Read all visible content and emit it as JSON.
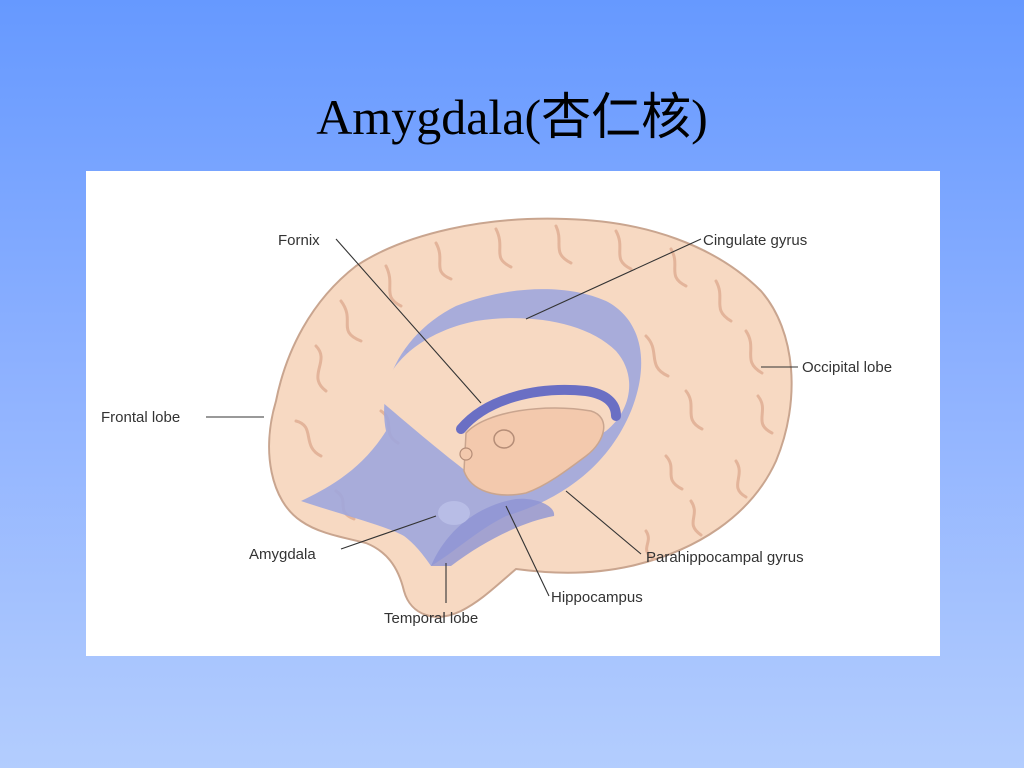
{
  "slide": {
    "title": "Amygdala(杏仁核)"
  },
  "diagram": {
    "colors": {
      "cortex": "#f7d9c2",
      "gyri_lines": "#e3b49a",
      "limbic": "#9fa6dd",
      "fornix": "#6a6fc4",
      "outline": "#c9a58f"
    },
    "labels": {
      "fornix": "Fornix",
      "cingulate_gyrus": "Cingulate gyrus",
      "occipital_lobe": "Occipital lobe",
      "frontal_lobe": "Frontal lobe",
      "amygdala": "Amygdala",
      "parahippocampal_gyrus": "Parahippocampal gyrus",
      "hippocampus": "Hippocampus",
      "temporal_lobe": "Temporal lobe"
    }
  }
}
